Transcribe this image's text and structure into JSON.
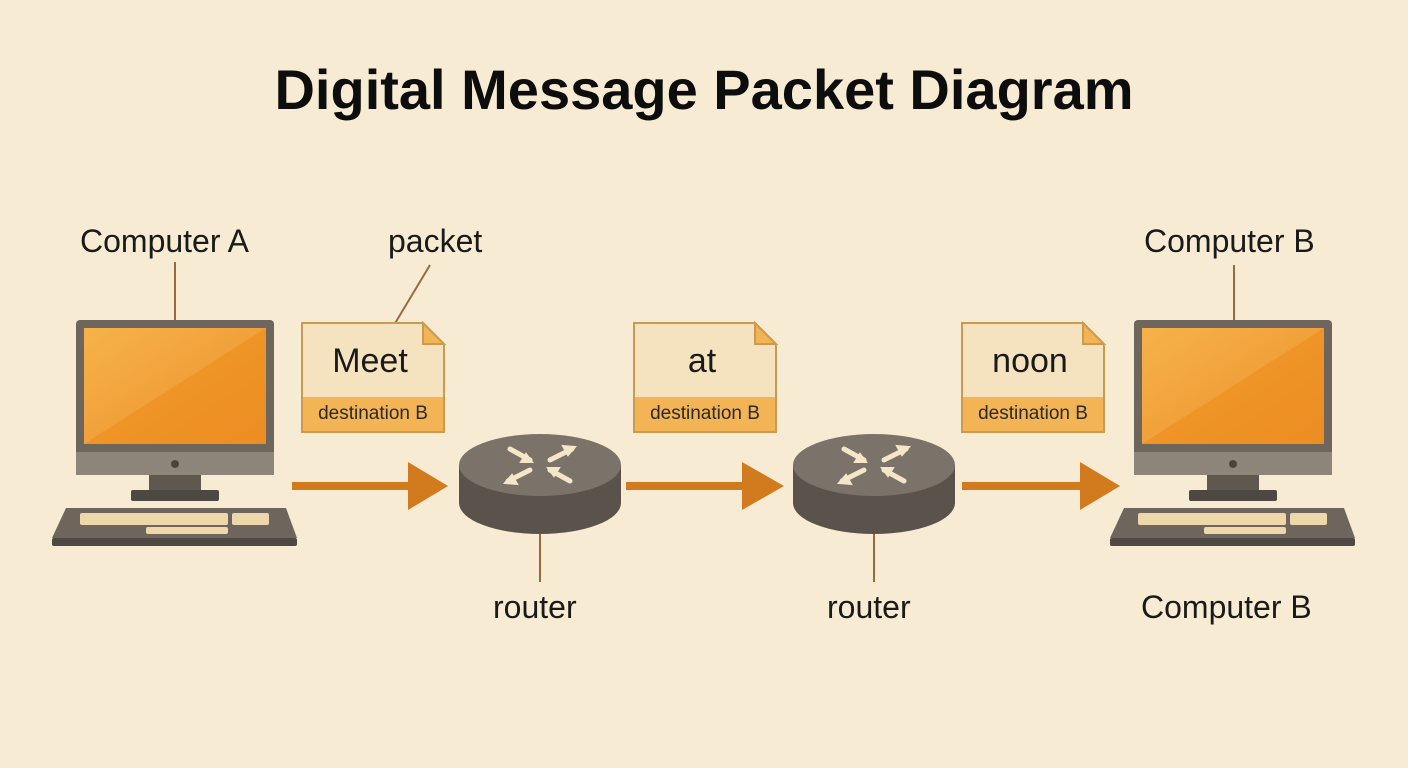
{
  "title": "Digital Message Packet Diagram",
  "labels": {
    "computer_a": "Computer A",
    "packet": "packet",
    "computer_b_top": "Computer B",
    "router_1": "router",
    "router_2": "router",
    "computer_b_bottom": "Computer B"
  },
  "packets": [
    {
      "word": "Meet",
      "destination": "destination B"
    },
    {
      "word": "at",
      "destination": "destination B"
    },
    {
      "word": "noon",
      "destination": "destination B"
    }
  ],
  "colors": {
    "background": "#f7ecd3",
    "screen": "#f3a23a",
    "packet_body": "#f5e3bf",
    "packet_band": "#f2b455",
    "router": "#5e574f",
    "arrow": "#d27a1e"
  }
}
